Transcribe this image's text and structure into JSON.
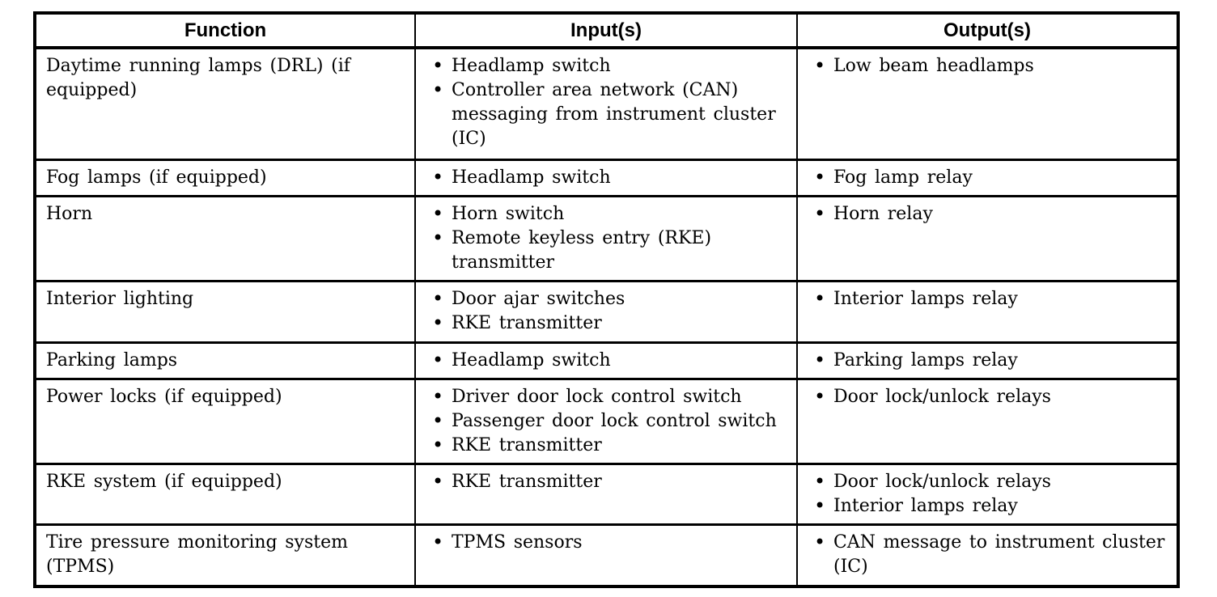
{
  "table": {
    "headers": [
      "Function",
      "Input(s)",
      "Output(s)"
    ],
    "rows": [
      {
        "function": "Daytime running lamps (DRL) (if equipped)",
        "inputs": [
          "Headlamp switch",
          "Controller area network (CAN) messaging from instrument cluster (IC)"
        ],
        "outputs": [
          "Low beam headlamps"
        ]
      },
      {
        "function": "Fog lamps (if equipped)",
        "inputs": [
          "Headlamp switch"
        ],
        "outputs": [
          "Fog lamp relay"
        ]
      },
      {
        "function": "Horn",
        "inputs": [
          "Horn switch",
          "Remote keyless entry (RKE) transmitter"
        ],
        "outputs": [
          "Horn relay"
        ]
      },
      {
        "function": "Interior lighting",
        "inputs": [
          "Door ajar switches",
          "RKE transmitter"
        ],
        "outputs": [
          "Interior lamps relay"
        ]
      },
      {
        "function": "Parking lamps",
        "inputs": [
          "Headlamp switch"
        ],
        "outputs": [
          "Parking lamps relay"
        ]
      },
      {
        "function": "Power locks (if equipped)",
        "inputs": [
          "Driver door lock control switch",
          "Passenger door lock control switch",
          "RKE transmitter"
        ],
        "outputs": [
          "Door lock/unlock relays"
        ]
      },
      {
        "function": "RKE system (if equipped)",
        "inputs": [
          "RKE transmitter"
        ],
        "outputs": [
          "Door lock/unlock relays",
          "Interior lamps relay"
        ]
      },
      {
        "function": "Tire pressure monitoring system (TPMS)",
        "inputs": [
          "TPMS sensors"
        ],
        "outputs": [
          "CAN message to instrument cluster (IC)"
        ]
      }
    ]
  }
}
